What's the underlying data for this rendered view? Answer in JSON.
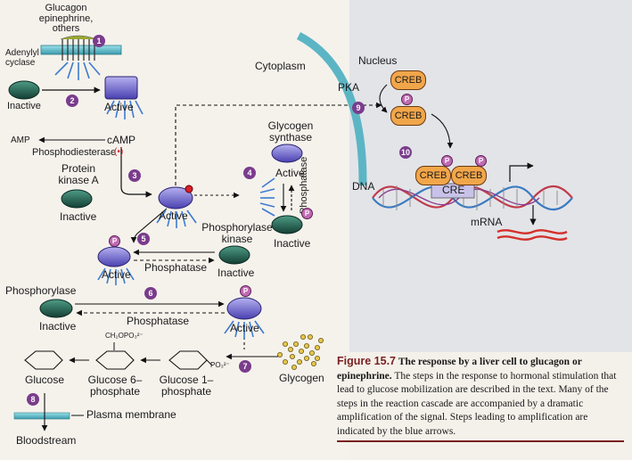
{
  "numbers": [
    "1",
    "2",
    "3",
    "4",
    "5",
    "6",
    "7",
    "8",
    "9",
    "10"
  ],
  "labels": {
    "glucagon": "Glucagon\nepinephrine,\nothers",
    "adenylyl_cyclase": "Adenylyl\ncyclase",
    "inactive_ac": "Inactive",
    "active_ac": "Active",
    "camp": "cAMP",
    "amp": "AMP",
    "phosphodiesterase": "Phosphodiesterase",
    "inhibit_mark": "(•)",
    "protein_kinase_a": "Protein\nkinase A",
    "inactive_pka": "Inactive",
    "active_pka": "Active",
    "glycogen_synthase": "Glycogen\nsynthase",
    "active_gs": "Active",
    "inactive_gs": "Inactive",
    "phosphatase_vertical": "Phosphatase",
    "phosphorylase_kinase": "Phosphorylase\nkinase",
    "active_phk": "Active",
    "inactive_phk": "Inactive",
    "phosphatase_phk": "Phosphatase",
    "phosphorylase": "Phosphorylase",
    "inactive_ph": "Inactive",
    "active_ph": "Active",
    "phosphatase_ph": "Phosphatase",
    "glycogen": "Glycogen",
    "glucose1p": "Glucose 1–\nphosphate",
    "glucose6p": "Glucose 6–\nphosphate",
    "ch2opo3": "CH₂OPO₃²⁻",
    "po3": "PO₃²⁻",
    "glucose": "Glucose",
    "plasma_membrane": "Plasma membrane",
    "bloodstream": "Bloodstream",
    "cytoplasm": "Cytoplasm",
    "nucleus": "Nucleus",
    "pka": "PKA",
    "creb": "CREB",
    "p": "P",
    "dna": "DNA",
    "cre": "CRE",
    "mrna": "mRNA"
  },
  "caption": {
    "figure": "Figure 15.7",
    "title": "The response by a liver cell to glucagon or epinephrine.",
    "body": "The steps in the response to hormonal stimulation that lead to glucose mobilization are described in the text. Many of the steps in the reaction cascade are accompanied by a dramatic amplification of the signal. Steps leading to amplification are indicated by the blue arrows."
  },
  "colors": {
    "purple_badge": "#7a3c8c",
    "enzyme_active": "#6a62c8",
    "enzyme_inactive": "#1f5a4a",
    "creb": "#f2a64a",
    "amplify_arrow": "#3d7ad0",
    "nucleus_membrane": "#5cb5c4",
    "mrna": "#d4302a",
    "plasma_membrane": "#5cb5c4",
    "caption_accent": "#7a1f1f"
  }
}
